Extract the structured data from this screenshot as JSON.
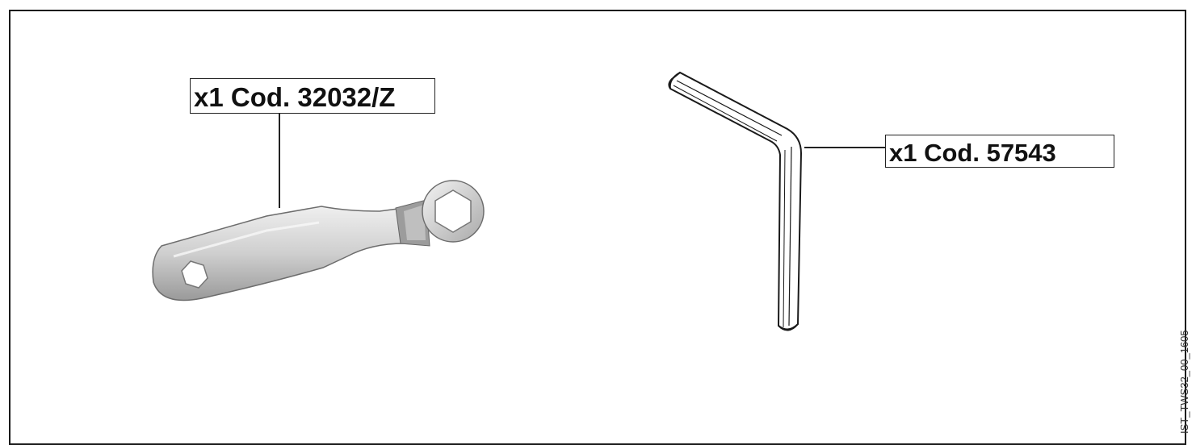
{
  "parts": [
    {
      "qty": "x1",
      "code_label": "x1 Cod. 32032/Z",
      "icon": "flat-spanner-wrench-icon"
    },
    {
      "qty": "x1",
      "code_label": "x1 Cod. 57543",
      "icon": "hex-key-allen-wrench-icon"
    }
  ],
  "document_id": "IST_TWS32_00_1605",
  "colors": {
    "frame": "#1a1a1a",
    "metal_light": "#d9d9d9",
    "metal_dark": "#8a8a8a"
  }
}
